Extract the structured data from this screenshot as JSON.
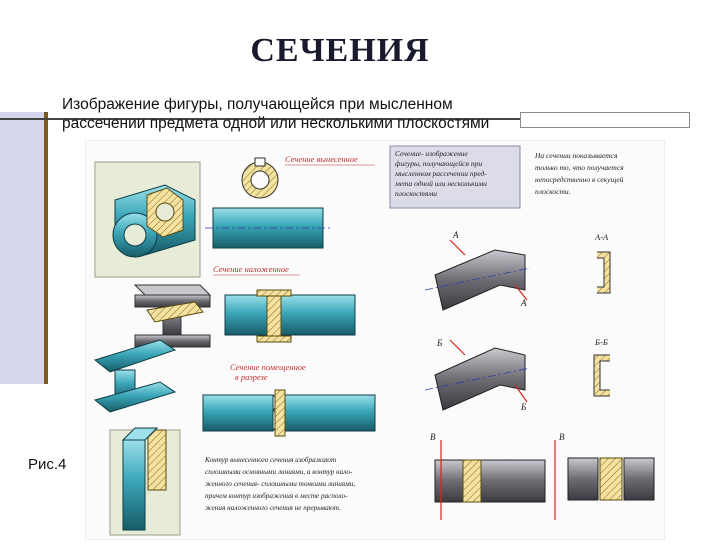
{
  "slide": {
    "title": "СЕЧЕНИЯ",
    "subtitle_line1": "Изображение фигуры, получающейся при мысленном",
    "subtitle_line2": "рассечении предмета одной или несколькими плоскостями",
    "figure_label": "Рис.4"
  },
  "figure": {
    "caption_extended": "Сечение вынесенное",
    "caption_superimposed": "Сечение наложенное",
    "caption_in_break": "Сечение помещенное в разрезе",
    "definition_box": [
      "Сечение- изображение",
      "фигуры, получающейся при",
      "мысленном рассечении пред-",
      "мета одной или несколькими",
      "плоскостями"
    ],
    "note_right": [
      "На сечении показывается",
      "только то, что получается",
      "непосредственно в секущей",
      "плоскости."
    ],
    "note_bottom": [
      "Контур вынесенного сечения изображают",
      "сплошными основными линиями, а контур нало-",
      "женного сечения- сплошными тонкими линиями,",
      "причем контур изображения в месте располо-",
      "жения наложенного сечения не прерывают."
    ],
    "marks": {
      "A": "А",
      "A_A": "А-А",
      "B": "Б",
      "B_B": "Б-Б",
      "V": "В"
    }
  },
  "colors": {
    "steel": "#3aa6b8",
    "steel_dark": "#1e6b78",
    "hatch": "#f4e2a0",
    "gray_part": "#6c6c72",
    "arrow_red": "#d8261a",
    "axis_blue": "#2c3fa8"
  }
}
